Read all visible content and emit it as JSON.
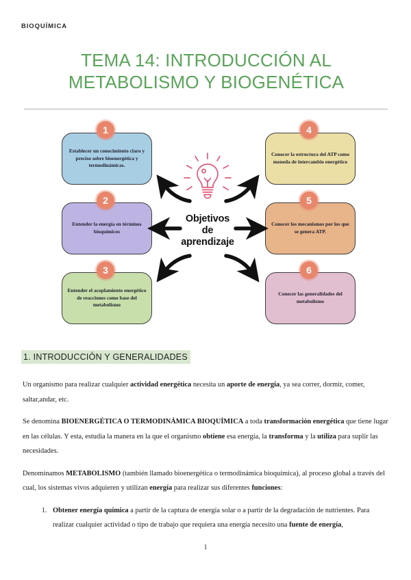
{
  "header": {
    "subject": "BIOQUÍMICA"
  },
  "title": {
    "line1": "TEMA 14: INTRODUCCIÓN AL",
    "line2": "METABOLISMO Y BIOGENÉTICA",
    "color": "#5aa35a"
  },
  "diagram": {
    "center_line1": "Objetivos",
    "center_line2": "de",
    "center_line3": "aprendizaje",
    "bulb_icon": "lightbulb-icon",
    "bulb_color": "#e05a7a",
    "badge_color": "#e8866c",
    "boxes": [
      {
        "number": "1",
        "text": "Establecer un conocimiento claro y preciso sobre bioenergética y termodinámicas.",
        "color": "#a8cee4"
      },
      {
        "number": "2",
        "text": "Entender la energía en términos bioquímicos",
        "color": "#bdb4e4"
      },
      {
        "number": "3",
        "text": "Entender el acoplamiento energético de reacciones como base del metabolismo",
        "color": "#c9dfab"
      },
      {
        "number": "4",
        "text": "Conocer la estructura del ATP como moneda de intercambio energético",
        "color": "#ecdfa6"
      },
      {
        "number": "5",
        "text": "Conocer los mecanismos por los que se genera ATP.",
        "color": "#e8b48a"
      },
      {
        "number": "6",
        "text": "Conocer las generalidades del metabolismo",
        "color": "#e2bed1"
      }
    ]
  },
  "section": {
    "heading": "1. INTRODUCCIÓN Y GENERALIDADES",
    "highlight_color": "#d8e8d0"
  },
  "paragraphs": {
    "p1_a": "Un organismo para realizar cualquier ",
    "p1_b1": "actividad energética",
    "p1_b": " necesita un ",
    "p1_b2": "aporte de energía",
    "p1_c": ", ya sea correr, dormir, comer, saltar,andar, etc.",
    "p2_a": "Se denomina ",
    "p2_b1": "BIOENERGÉTICA O TERMODINÁMICA BIOQUÍMICA",
    "p2_b": " a toda ",
    "p2_b2": "transformación energética",
    "p2_c": " que tiene lugar en las células. Y esta, estudia la manera en la que el organismo ",
    "p2_b3": "obtiene",
    "p2_d": " esa energía, la ",
    "p2_b4": "transforma",
    "p2_e": " y la ",
    "p2_b5": "utiliza",
    "p2_f": " para suplir las necesidades.",
    "p3_a": "Denominamos ",
    "p3_b1": "METABOLISMO",
    "p3_b": " (también llamado bioenergética o termodinámica bioquímica), al proceso global a través del cual, los sistemas vivos adquieren y utilizan ",
    "p3_b2": "energía",
    "p3_c": " para realizar sus diferentes ",
    "p3_b3": "funciones",
    "p3_d": ":",
    "li1_b1": "Obtener energía química",
    "li1_a": " a partir de la captura de energía solar o a partir de la degradación de nutrientes. Para realizar cualquier actividad o tipo de trabajo que requiera una energía necesito una ",
    "li1_b2": "fuente de energía",
    "li1_c": ","
  },
  "footer": {
    "page_number": "1"
  }
}
